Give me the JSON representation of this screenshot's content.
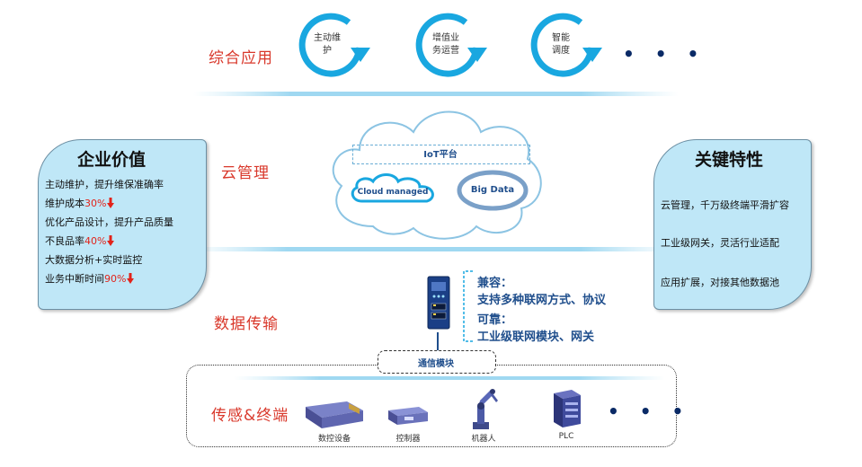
{
  "layers": {
    "application": "综合应用",
    "cloud": "云管理",
    "transmission": "数据传输",
    "sensing": "传感&终端"
  },
  "cycles": [
    {
      "line1": "主动维",
      "line2": "护"
    },
    {
      "line1": "增值业",
      "line2": "务运营"
    },
    {
      "line1": "智能",
      "line2": "调度"
    }
  ],
  "ellipsis": "• • •",
  "cloud_platform": {
    "iot": "IoT平台",
    "cloud_managed": "Cloud managed",
    "big_data": "Big Data"
  },
  "enterprise_value": {
    "title": "企业价值",
    "lines": [
      {
        "text": "主动维护，提升维保准确率",
        "highlight": ""
      },
      {
        "text": "维护成本",
        "highlight": "30%"
      },
      {
        "text": "优化产品设计，提升产品质量",
        "highlight": ""
      },
      {
        "text": "不良品率",
        "highlight": "40%"
      },
      {
        "text": "大数据分析+实时监控",
        "highlight": ""
      },
      {
        "text": "业务中断时间",
        "highlight": "90%"
      }
    ]
  },
  "key_features": {
    "title": "关键特性",
    "lines": [
      "云管理，千万级终端平滑扩容",
      "工业级网关，灵活行业适配",
      "应用扩展，对接其他数据池"
    ]
  },
  "gateway_features": {
    "compat_title": "兼容：",
    "compat_text": "支持多种联网方式、协议",
    "reliable_title": "可靠：",
    "reliable_text": "工业级联网模块、网关"
  },
  "comm_module": "通信模块",
  "devices": [
    {
      "label": "数控设备",
      "icon": "cnc-machine-icon"
    },
    {
      "label": "控制器",
      "icon": "controller-icon"
    },
    {
      "label": "机器人",
      "icon": "robot-arm-icon"
    },
    {
      "label": "PLC",
      "icon": "plc-icon"
    }
  ],
  "colors": {
    "accent_blue": "#19a7e0",
    "label_red": "#d9382b",
    "panel_fill": "#bfe7f7",
    "feature_blue": "#1f4e8c"
  }
}
